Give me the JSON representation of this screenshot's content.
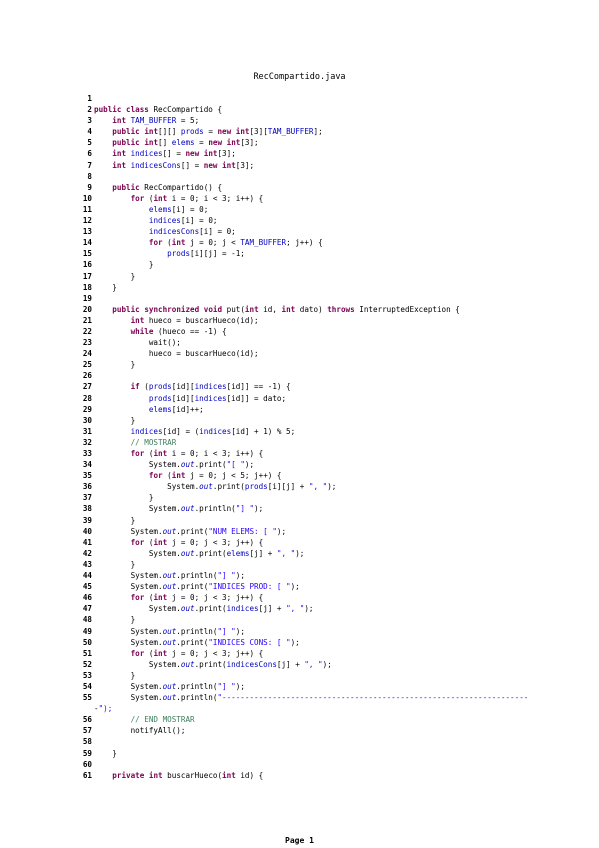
{
  "document": {
    "title": "RecCompartido.java",
    "footer": "Page 1"
  },
  "lines": [
    {
      "n": "1",
      "t": ""
    },
    {
      "n": "2",
      "t": "public class RecCompartido {"
    },
    {
      "n": "3",
      "t": "    int TAM_BUFFER = 5;"
    },
    {
      "n": "4",
      "t": "    public int[][] prods = new int[3][TAM_BUFFER];"
    },
    {
      "n": "5",
      "t": "    public int[] elems = new int[3];"
    },
    {
      "n": "6",
      "t": "    int indices[] = new int[3];"
    },
    {
      "n": "7",
      "t": "    int indicesCons[] = new int[3];"
    },
    {
      "n": "8",
      "t": ""
    },
    {
      "n": "9",
      "t": "    public RecCompartido() {"
    },
    {
      "n": "10",
      "t": "        for (int i = 0; i < 3; i++) {"
    },
    {
      "n": "11",
      "t": "            elems[i] = 0;"
    },
    {
      "n": "12",
      "t": "            indices[i] = 0;"
    },
    {
      "n": "13",
      "t": "            indicesCons[i] = 0;"
    },
    {
      "n": "14",
      "t": "            for (int j = 0; j < TAM_BUFFER; j++) {"
    },
    {
      "n": "15",
      "t": "                prods[i][j] = -1;"
    },
    {
      "n": "16",
      "t": "            }"
    },
    {
      "n": "17",
      "t": "        }"
    },
    {
      "n": "18",
      "t": "    }"
    },
    {
      "n": "19",
      "t": ""
    },
    {
      "n": "20",
      "t": "    public synchronized void put(int id, int dato) throws InterruptedException {"
    },
    {
      "n": "21",
      "t": "        int hueco = buscarHueco(id);"
    },
    {
      "n": "22",
      "t": "        while (hueco == -1) {"
    },
    {
      "n": "23",
      "t": "            wait();"
    },
    {
      "n": "24",
      "t": "            hueco = buscarHueco(id);"
    },
    {
      "n": "25",
      "t": "        }"
    },
    {
      "n": "26",
      "t": ""
    },
    {
      "n": "27",
      "t": "        if (prods[id][indices[id]] == -1) {"
    },
    {
      "n": "28",
      "t": "            prods[id][indices[id]] = dato;"
    },
    {
      "n": "29",
      "t": "            elems[id]++;"
    },
    {
      "n": "30",
      "t": "        }"
    },
    {
      "n": "31",
      "t": "        indices[id] = (indices[id] + 1) % 5;"
    },
    {
      "n": "32",
      "t": "        // MOSTRAR"
    },
    {
      "n": "33",
      "t": "        for (int i = 0; i < 3; i++) {"
    },
    {
      "n": "34",
      "t": "            System.out.print(\"[ \");"
    },
    {
      "n": "35",
      "t": "            for (int j = 0; j < 5; j++) {"
    },
    {
      "n": "36",
      "t": "                System.out.print(prods[i][j] + \", \");"
    },
    {
      "n": "37",
      "t": "            }"
    },
    {
      "n": "38",
      "t": "            System.out.println(\"] \");"
    },
    {
      "n": "39",
      "t": "        }"
    },
    {
      "n": "40",
      "t": "        System.out.print(\"NUM ELEMS: [ \");"
    },
    {
      "n": "41",
      "t": "        for (int j = 0; j < 3; j++) {"
    },
    {
      "n": "42",
      "t": "            System.out.print(elems[j] + \", \");"
    },
    {
      "n": "43",
      "t": "        }"
    },
    {
      "n": "44",
      "t": "        System.out.println(\"] \");"
    },
    {
      "n": "45",
      "t": "        System.out.print(\"INDICES PROD: [ \");"
    },
    {
      "n": "46",
      "t": "        for (int j = 0; j < 3; j++) {"
    },
    {
      "n": "47",
      "t": "            System.out.print(indices[j] + \", \");"
    },
    {
      "n": "48",
      "t": "        }"
    },
    {
      "n": "49",
      "t": "        System.out.println(\"] \");"
    },
    {
      "n": "50",
      "t": "        System.out.print(\"INDICES CONS: [ \");"
    },
    {
      "n": "51",
      "t": "        for (int j = 0; j < 3; j++) {"
    },
    {
      "n": "52",
      "t": "            System.out.print(indicesCons[j] + \", \");"
    },
    {
      "n": "53",
      "t": "        }"
    },
    {
      "n": "54",
      "t": "        System.out.println(\"] \");"
    },
    {
      "n": "55",
      "t": "        System.out.println(\"-------------------------------------------------------------------"
    },
    {
      "n": "",
      "t": "-\");"
    },
    {
      "n": "56",
      "t": "        // END MOSTRAR"
    },
    {
      "n": "57",
      "t": "        notifyAll();"
    },
    {
      "n": "58",
      "t": ""
    },
    {
      "n": "59",
      "t": "    }"
    },
    {
      "n": "60",
      "t": ""
    },
    {
      "n": "61",
      "t": "    private int buscarHueco(int id) {"
    }
  ]
}
